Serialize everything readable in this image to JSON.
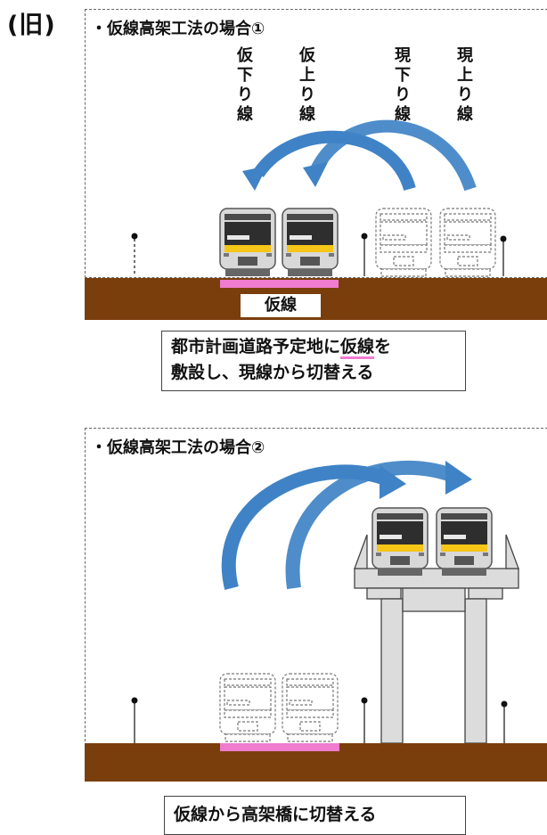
{
  "old_label": "(旧)",
  "panel1": {
    "title": "・仮線高架工法の場合①",
    "tracks": [
      {
        "chars": [
          "仮",
          "下",
          "り",
          "線"
        ]
      },
      {
        "chars": [
          "仮",
          "上",
          "り",
          "線"
        ]
      },
      {
        "chars": [
          "現",
          "下",
          "り",
          "線"
        ]
      },
      {
        "chars": [
          "現",
          "上",
          "り",
          "線"
        ]
      }
    ],
    "temp_label": "仮線",
    "caption_line1_pre": "都市計画道路予定地に",
    "caption_line1_hl": "仮線",
    "caption_line1_post": "を",
    "caption_line2": "敷設し、現線から切替える"
  },
  "panel2": {
    "title": "・仮線高架工法の場合②",
    "caption": "仮線から高架橋に切替える"
  },
  "colors": {
    "ground": "#7a3e0c",
    "temp_track": "#f07cd0",
    "arrow": "#3f83c6",
    "train_stripe": "#f5c518",
    "viaduct": "#dcdcdc"
  }
}
